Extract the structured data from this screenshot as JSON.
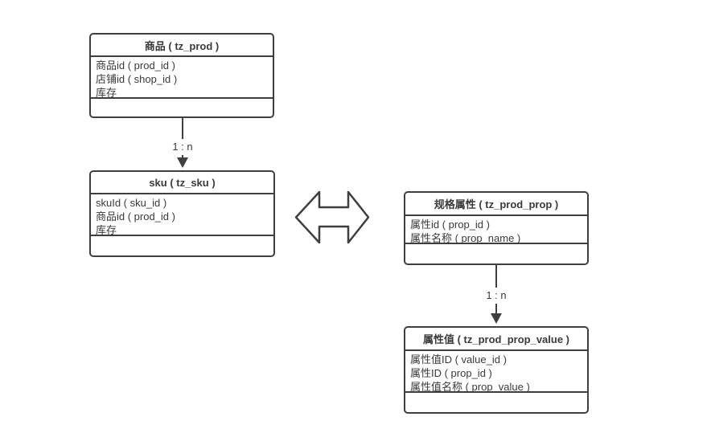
{
  "diagram": {
    "title": "product-sku-property-er-diagram",
    "colors": {
      "line": "#3f3f3f",
      "text": "#3a3a3a",
      "background": "#ffffff"
    },
    "tables": [
      {
        "key": "prod",
        "title": "商品 ( tz_prod )",
        "fields": [
          "商品id ( prod_id )",
          "店铺id ( shop_id )",
          "库存"
        ]
      },
      {
        "key": "sku",
        "title": "sku ( tz_sku )",
        "fields": [
          "skuId ( sku_id )",
          "商品id ( prod_id )",
          "库存"
        ]
      },
      {
        "key": "prod_prop",
        "title": "规格属性 ( tz_prod_prop )",
        "fields": [
          "属性id ( prop_id )",
          "属性名称 ( prop_name )"
        ]
      },
      {
        "key": "prod_prop_value",
        "title": "属性值 ( tz_prod_prop_value )",
        "fields": [
          "属性值ID ( value_id )",
          "属性ID ( prop_id )",
          "属性值名称 ( prop_value )"
        ]
      }
    ],
    "connectors": [
      {
        "from": "prod",
        "to": "sku",
        "label": "1 : n"
      },
      {
        "from": "prod_prop",
        "to": "prod_prop_value",
        "label": "1 : n"
      }
    ],
    "relation_icon": "double-horizontal-arrow"
  }
}
